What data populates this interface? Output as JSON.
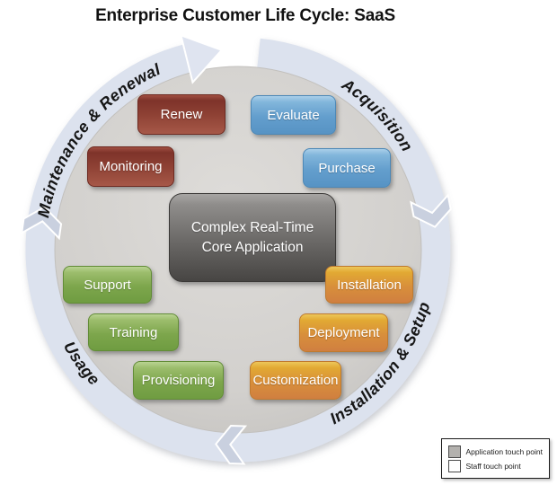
{
  "title": "Enterprise Customer Life Cycle: SaaS",
  "flow": {
    "direction": "clockwise"
  },
  "phases": [
    {
      "name": "Maintenance & Renewal",
      "position": "top-left"
    },
    {
      "name": "Acquisition",
      "position": "top-right"
    },
    {
      "name": "Installation & Setup",
      "position": "bottom-right"
    },
    {
      "name": "Usage",
      "position": "bottom-left"
    }
  ],
  "center_application": {
    "label": "Complex Real-Time Core Application"
  },
  "steps": [
    {
      "label": "Renew",
      "phase": "Maintenance & Renewal",
      "color": "#8e4134"
    },
    {
      "label": "Evaluate",
      "phase": "Acquisition",
      "color": "#639ecd"
    },
    {
      "label": "Monitoring",
      "phase": "Maintenance & Renewal",
      "color": "#8e4134"
    },
    {
      "label": "Purchase",
      "phase": "Acquisition",
      "color": "#639ecd"
    },
    {
      "label": "Support",
      "phase": "Usage",
      "color": "#7da64c"
    },
    {
      "label": "Installation",
      "phase": "Installation & Setup",
      "color": "#d88f3b"
    },
    {
      "label": "Training",
      "phase": "Usage",
      "color": "#7da64c"
    },
    {
      "label": "Deployment",
      "phase": "Installation & Setup",
      "color": "#d88f3b"
    },
    {
      "label": "Provisioning",
      "phase": "Usage",
      "color": "#7da64c"
    },
    {
      "label": "Customization",
      "phase": "Installation & Setup",
      "color": "#d88f3b"
    }
  ],
  "legend": {
    "items": [
      {
        "label": "Application touch point",
        "swatch_color": "#b3b1ae"
      },
      {
        "label": "Staff touch point",
        "swatch_color": "#ffffff"
      }
    ]
  },
  "ring_colors": {
    "ring": "#dce2ee",
    "chevron": "#c9d0df",
    "disk": "#d2d0cd"
  }
}
